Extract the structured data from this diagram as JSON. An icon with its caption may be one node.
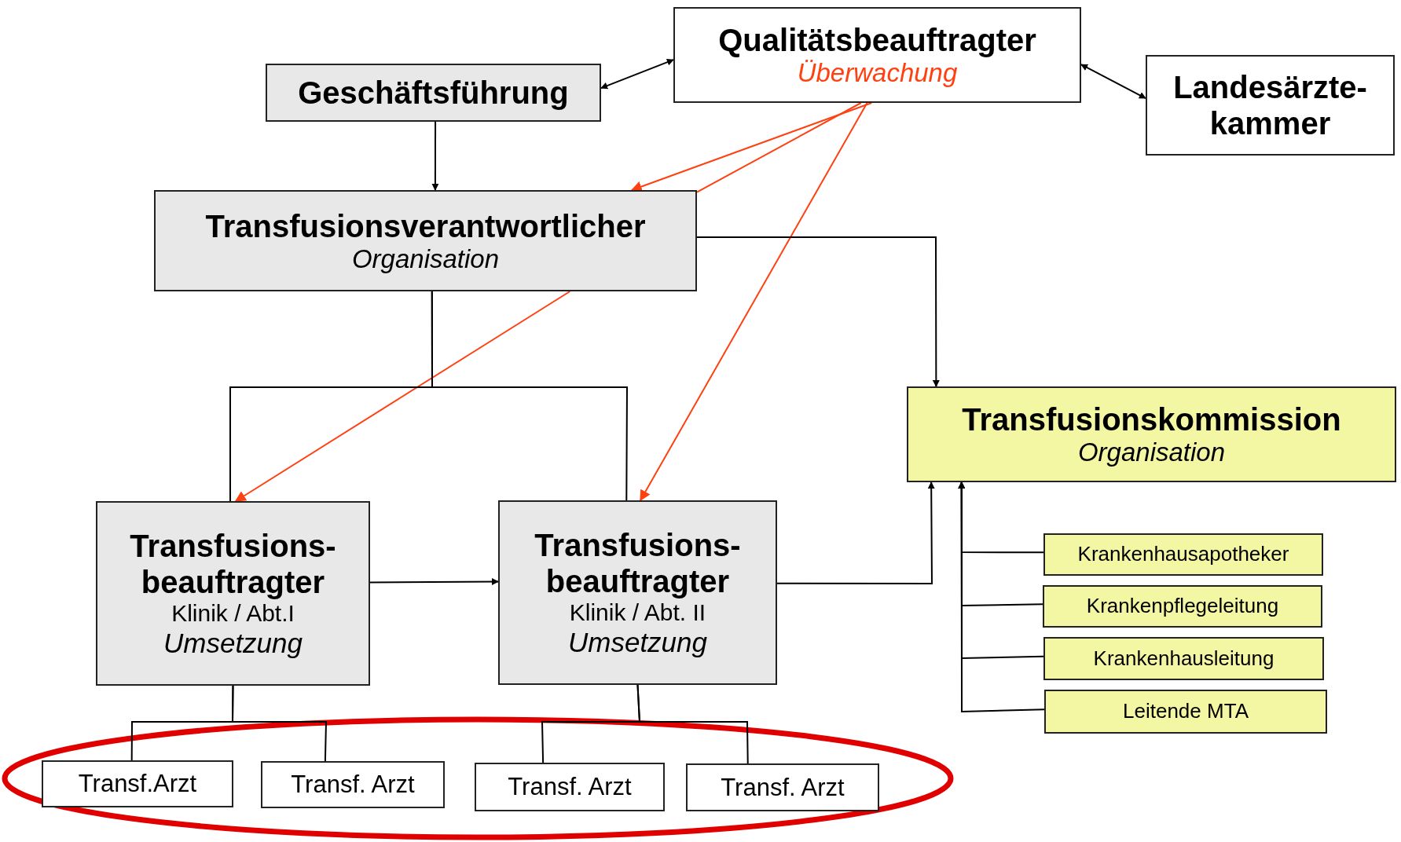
{
  "diagram": {
    "nodes": [
      {
        "text": [
          "Qualitätsbeauftragter",
          "Überwachung"
        ]
      },
      {
        "text": [
          "Geschäftsführung"
        ]
      },
      {
        "text": [
          "Landesärzte- kammer"
        ]
      },
      {
        "text": [
          "Transfusionsverantwortlicher",
          "Organisation"
        ]
      },
      {
        "text": [
          "Transfusionskommission",
          "Organisation"
        ]
      },
      {
        "text": [
          "Transfusions- beauftragter",
          "Klinik / Abt.I",
          "Umsetzung"
        ]
      },
      {
        "text": [
          "Transfusions- beauftragter",
          "Klinik / Abt. II",
          "Umsetzung"
        ]
      },
      {
        "text": [
          "Krankenhausapotheker"
        ]
      },
      {
        "text": [
          "Krankenpflegeleitung"
        ]
      },
      {
        "text": [
          "Krankenhausleitung"
        ]
      },
      {
        "text": [
          "Leitende MTA"
        ]
      },
      {
        "text": [
          "Transf.Arzt"
        ]
      },
      {
        "text": [
          "Transf. Arzt"
        ]
      },
      {
        "text": [
          "Transf. Arzt"
        ]
      },
      {
        "text": [
          "Transf. Arzt"
        ]
      }
    ],
    "edges": [
      {
        "from": 1,
        "to": 0,
        "arrow": "both"
      },
      {
        "from": 0,
        "to": 2,
        "arrow": "both"
      },
      {
        "from": 1,
        "to": 3,
        "arrow": "to"
      },
      {
        "from": 0,
        "to": 3,
        "arrow": "to",
        "color": "#ff4010"
      },
      {
        "from": 0,
        "to": 3,
        "arrow": "none",
        "color": "#ff4010"
      },
      {
        "from": 3,
        "to": 5,
        "arrow": "to",
        "color": "#ff4010"
      },
      {
        "from": 0,
        "to": 6,
        "arrow": "to",
        "color": "#ff4010"
      },
      {
        "from": 3,
        "to": 5,
        "arrow": "none"
      },
      {
        "from": 3,
        "to": 6,
        "arrow": "none"
      },
      {
        "from": 3,
        "to": 4,
        "arrow": "to"
      },
      {
        "from": 5,
        "to": 6,
        "arrow": "to"
      },
      {
        "from": 6,
        "to": 4,
        "arrow": "to"
      },
      {
        "from": 7,
        "to": 4,
        "arrow": "to"
      },
      {
        "from": 8,
        "to": 4,
        "arrow": "to"
      },
      {
        "from": 9,
        "to": 4,
        "arrow": "to"
      },
      {
        "from": 10,
        "to": 4,
        "arrow": "to"
      },
      {
        "from": 5,
        "to": 11,
        "arrow": "none"
      },
      {
        "from": 5,
        "to": 12,
        "arrow": "none"
      },
      {
        "from": 6,
        "to": 13,
        "arrow": "none"
      },
      {
        "from": 6,
        "to": 14,
        "arrow": "none"
      }
    ]
  }
}
